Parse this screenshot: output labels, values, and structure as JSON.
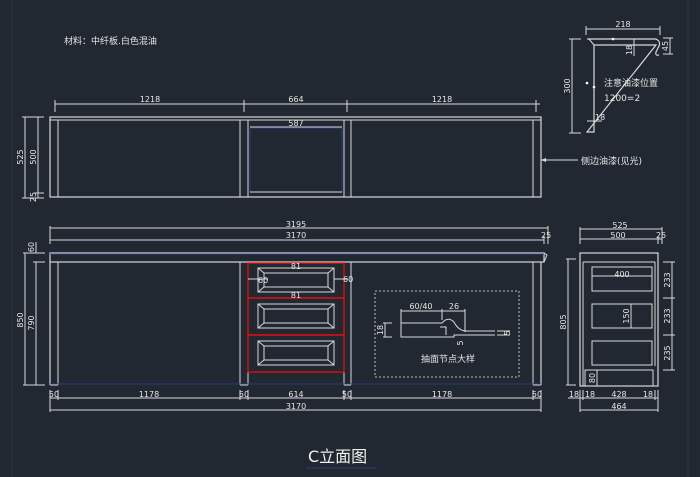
{
  "drawing": {
    "title": "C立面图",
    "material_note": "材料：中纤板.白色混油",
    "side_paint_note": "侧边油漆(见光)",
    "profile_note_line1": "注意油漆位置",
    "profile_note_line2": "1200=2",
    "drawer_detail_label": "抽面节点大样",
    "colors": {
      "background": "#222831",
      "line": "#d8d8d8",
      "drawer_outline": "#e01010",
      "hidden_line": "#2a3a7a"
    }
  },
  "upper_cabinet": {
    "top_dims": [
      "1218",
      "664",
      "1218"
    ],
    "opening_width": "587",
    "height_total": "525",
    "height_body": "500",
    "bottom_gap": "25"
  },
  "profile_detail": {
    "width": "218",
    "height": "300",
    "thickness_bottom": "18",
    "thickness_top": "18",
    "lip": "45"
  },
  "lower_cabinet": {
    "overall_top": "3195",
    "body_top": "3170",
    "right_offset": "25",
    "height_total": "850",
    "height_body": "790",
    "top_thickness": "60",
    "drawer_gap_top": "81",
    "drawer_gap_mid": "81",
    "drawer_side_left": "60",
    "drawer_side_right": "60",
    "bottom_dims": [
      "50",
      "1178",
      "50",
      "614",
      "50",
      "1178",
      "50"
    ],
    "bottom_total": "3170"
  },
  "drawer_detail": {
    "dim_a": "60/40",
    "dim_b": "26",
    "thickness": "18",
    "dim_c": "5",
    "dim_d": "5"
  },
  "side_view": {
    "depth_total": "525",
    "depth_body": "500",
    "overhang": "25",
    "drawer_depth": "400",
    "drawer_mid": "150",
    "height": "805",
    "drawer_heights": [
      "233",
      "233",
      "235"
    ],
    "plinth": "80",
    "bottom_dims": [
      "18",
      "18",
      "428",
      "18"
    ],
    "bottom_total": "464"
  }
}
